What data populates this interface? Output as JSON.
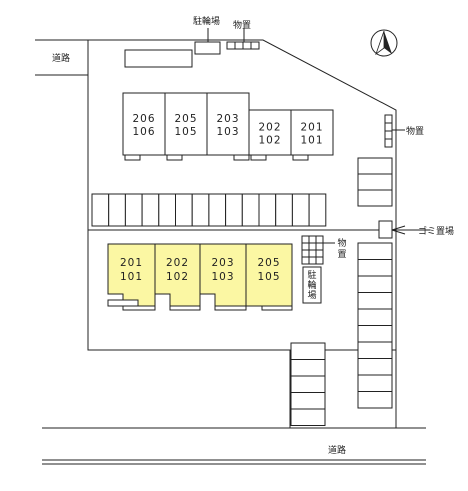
{
  "labels": {
    "road_top_left": "道路",
    "road_bottom": "道路",
    "bike_parking_top": "駐輪場",
    "storage_top": "物置",
    "storage_right": "物置",
    "garbage": "ゴミ置場",
    "storage_mid": "物置",
    "bike_parking_mid": "駐輪場"
  },
  "north_building": [
    {
      "top": "206",
      "bottom": "106"
    },
    {
      "top": "205",
      "bottom": "105"
    },
    {
      "top": "203",
      "bottom": "103"
    },
    {
      "top": "202",
      "bottom": "102"
    },
    {
      "top": "201",
      "bottom": "101"
    }
  ],
  "south_building": [
    {
      "top": "201",
      "bottom": "101"
    },
    {
      "top": "202",
      "bottom": "102"
    },
    {
      "top": "203",
      "bottom": "103"
    },
    {
      "top": "205",
      "bottom": "105"
    }
  ],
  "colors": {
    "highlight": "#fbf7a3",
    "line": "#222222"
  }
}
